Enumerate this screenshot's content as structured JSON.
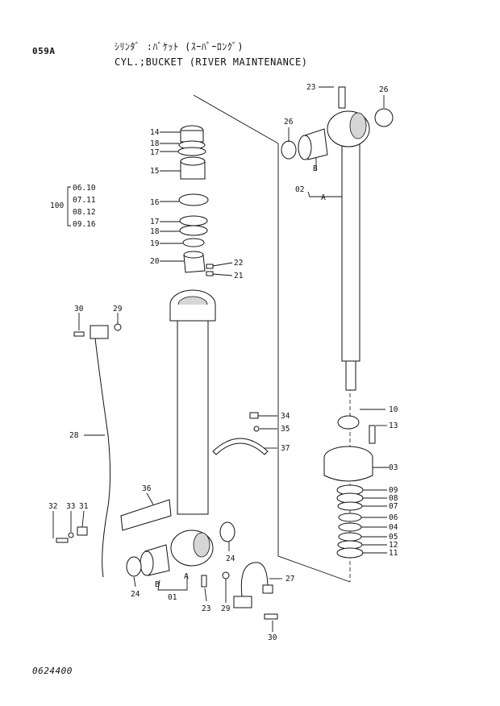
{
  "header": {
    "page_code": "059A",
    "title_jp": "ｼﾘﾝﾀﾞ :ﾊﾞｹｯﾄ (ｽｰﾊﾟｰﾛﾝｸﾞ)",
    "title_en": "CYL.;BUCKET (RIVER MAINTENANCE)"
  },
  "footer": {
    "code": "0624400"
  },
  "group_100": {
    "label": "100",
    "items": [
      "06.10",
      "07.11",
      "08.12",
      "09.16"
    ]
  },
  "callouts": {
    "c23a": "23",
    "c26a": "26",
    "c26b": "26",
    "cB1": "B",
    "c02": "02",
    "cA1": "A",
    "c14": "14",
    "c18a": "18",
    "c17a": "17",
    "c15": "15",
    "c16": "16",
    "c17b": "17",
    "c18b": "18",
    "c19": "19",
    "c20": "20",
    "c22": "22",
    "c21": "21",
    "c30a": "30",
    "c29a": "29",
    "c28": "28",
    "c10": "10",
    "c13": "13",
    "c03": "03",
    "c09": "09",
    "c08": "08",
    "c07": "07",
    "c06": "06",
    "c04": "04",
    "c05": "05",
    "c12": "12",
    "c11": "11",
    "c34": "34",
    "c35": "35",
    "c37": "37",
    "c36": "36",
    "c32": "32",
    "c33": "33",
    "c31": "31",
    "c24a": "24",
    "c24b": "24",
    "cB2": "B",
    "cA2": "A",
    "c01": "01",
    "c23b": "23",
    "c29b": "29",
    "c27": "27",
    "c30b": "30"
  }
}
